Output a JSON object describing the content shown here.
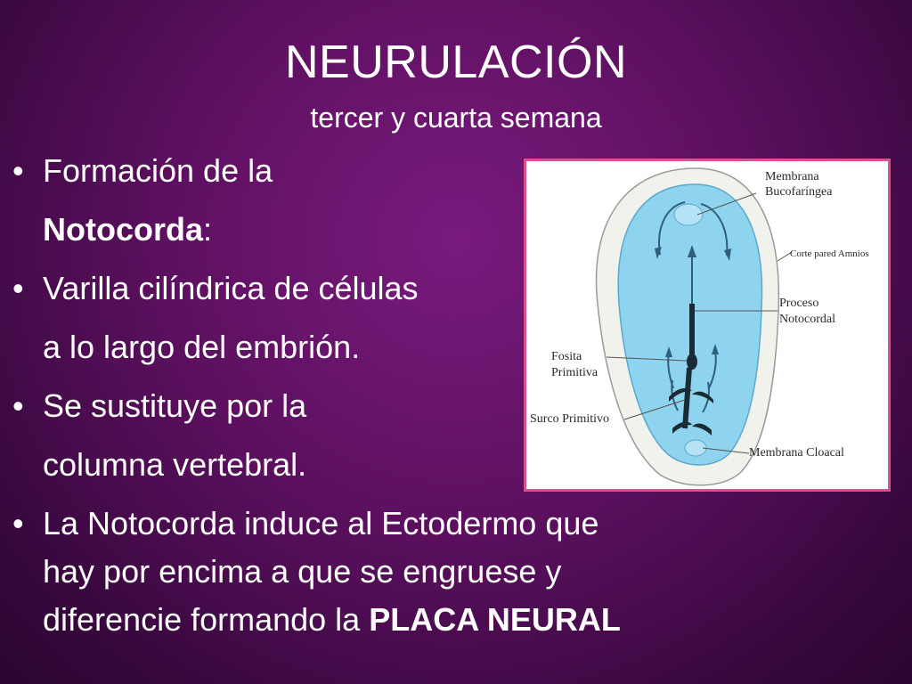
{
  "slide": {
    "title": "NEURULACIÓN",
    "subtitle": "tercer y cuarta semana"
  },
  "bullets": {
    "b1_line1": "Formación de la",
    "b1_line2_bold": "Notocorda",
    "b1_line2_rest": ":",
    "b2_line1": "Varilla cilíndrica de células",
    "b2_line2": "a lo largo del embrión.",
    "b3_line1": "Se sustituye por la",
    "b3_line2": "columna vertebral.",
    "b4_line1": "La Notocorda induce al Ectodermo que",
    "b4_line2": "hay por encima a que se engruese y",
    "b4_line3_rest": "diferencie formando la ",
    "b4_line3_bold": "PLACA NEURAL",
    "marker": "•"
  },
  "figure": {
    "labels": {
      "membrana_bucofaringea_1": "Membrana",
      "membrana_bucofaringea_2": "Bucofaríngea",
      "corte_pared": "Corte pared Amnios",
      "proceso_1": "Proceso",
      "proceso_2": "Notocordal",
      "fosita_1": "Fosita",
      "fosita_2": "Primitiva",
      "surco": "Surco Primitivo",
      "cloacal": "Membrana Cloacal"
    },
    "colors": {
      "embryo_fill": "#8fd4ef",
      "outer_wall": "#f2f2ec",
      "frame": "#d9528c"
    }
  }
}
